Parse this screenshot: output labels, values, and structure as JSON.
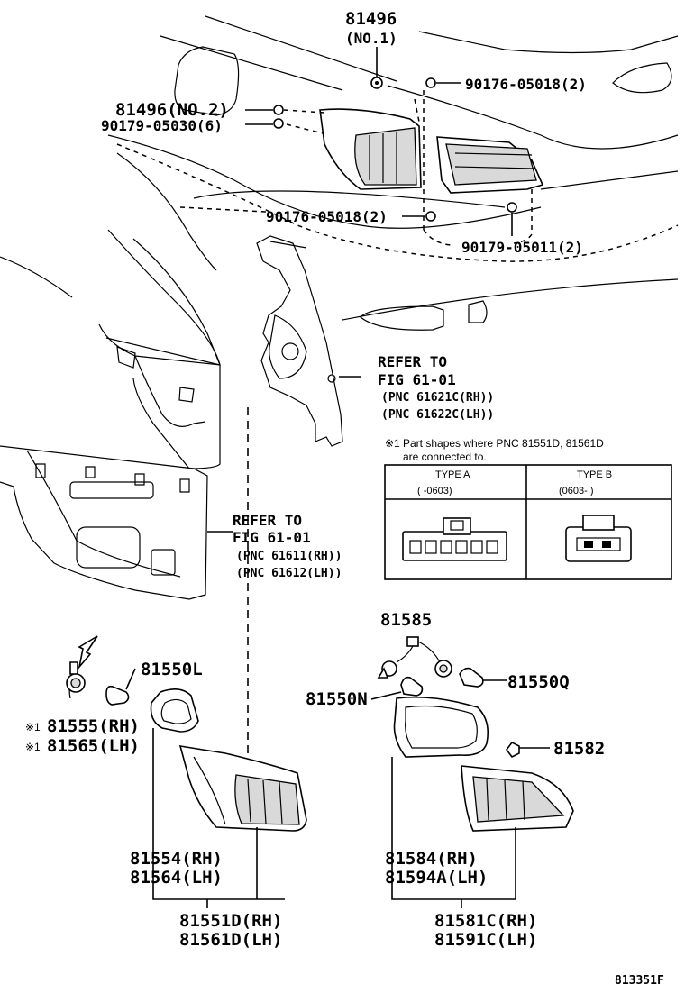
{
  "labels": {
    "p81496_no1": "81496",
    "p81496_no1_sub": "(NO.1)",
    "p90176_top": "90176-05018(2)",
    "p81496_no2": "81496(NO.2)",
    "p90179_05030": "90179-05030(6)",
    "p90176_mid": "90176-05018(2)",
    "p90179_05011": "90179-05011(2)",
    "refer1_a": "REFER TO",
    "refer1_b": "FIG 61-01",
    "refer1_c": "(PNC 61621C(RH))",
    "refer1_d": "(PNC 61622C(LH))",
    "refer2_a": "REFER TO",
    "refer2_b": "FIG 61-01",
    "refer2_c": "(PNC 61611(RH))",
    "refer2_d": "(PNC 61612(LH))",
    "p81585": "81585",
    "p81550L": "81550L",
    "p81550Q": "81550Q",
    "p81550N": "81550N",
    "p81555": "81555(RH)",
    "p81565": "81565(LH)",
    "mark1": "※1",
    "mark2": "※1",
    "p81582": "81582",
    "p81554": "81554(RH)",
    "p81564": "81564(LH)",
    "p81584": "81584(RH)",
    "p81594A": "81594A(LH)",
    "p81551D": "81551D(RH)",
    "p81561D": "81561D(LH)",
    "p81581C": "81581C(RH)",
    "p81591C": "81591C(LH)",
    "figure_id": "813351F"
  },
  "note": {
    "mark": "※1",
    "line1": "Part shapes where PNC 81551D, 81561D",
    "line2": "are connected to."
  },
  "table": {
    "type_a": "TYPE A",
    "type_a_range": "(      -0603)",
    "type_b": "TYPE B",
    "type_b_range": "(0603-      )"
  }
}
